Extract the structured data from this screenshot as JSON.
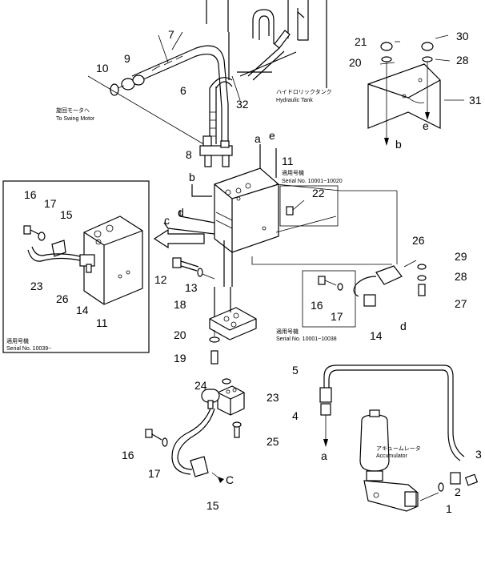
{
  "callouts": {
    "n1": "1",
    "n2": "2",
    "n3": "3",
    "n4": "4",
    "n5": "5",
    "n6": "6",
    "n7": "7",
    "n8": "8",
    "n9": "9",
    "n10": "10",
    "n11a": "11",
    "n11b": "11",
    "n12": "12",
    "n13": "13",
    "n14a": "14",
    "n14b": "14",
    "n15a": "15",
    "n15b": "15",
    "n16a": "16",
    "n16b": "16",
    "n16c": "16",
    "n17a": "17",
    "n17b": "17",
    "n17c": "17",
    "n18": "18",
    "n19": "19",
    "n20a": "20",
    "n20b": "20",
    "n21": "21",
    "n22": "22",
    "n23a": "23",
    "n23b": "23",
    "n24": "24",
    "n25": "25",
    "n26a": "26",
    "n26b": "26",
    "n27": "27",
    "n28a": "28",
    "n28b": "28",
    "n29": "29",
    "n30": "30",
    "n31": "31",
    "n32": "32"
  },
  "letters": {
    "a1": "a",
    "a2": "a",
    "b1": "b",
    "b2": "b",
    "c1": "c",
    "c2": "C",
    "d1": "d",
    "d2": "d",
    "e1": "e",
    "e2": "e"
  },
  "notes": {
    "swing_motor_jp": "旋回モータへ",
    "swing_motor_en": "To Swing Motor",
    "hydraulic_tank_jp": "ハイドロリックタンク",
    "hydraulic_tank_en": "Hydraulic Tank",
    "accumulator_jp": "アキュームレータ",
    "accumulator_en": "Accumulator",
    "serial1_jp": "適用号機",
    "serial1_en": "Serial No. 10001~10020",
    "serial2_jp": "適用号機",
    "serial2_en": "Serial No. 10039~",
    "serial3_jp": "適用号機",
    "serial3_en": "Serial No. 10001~10038"
  }
}
